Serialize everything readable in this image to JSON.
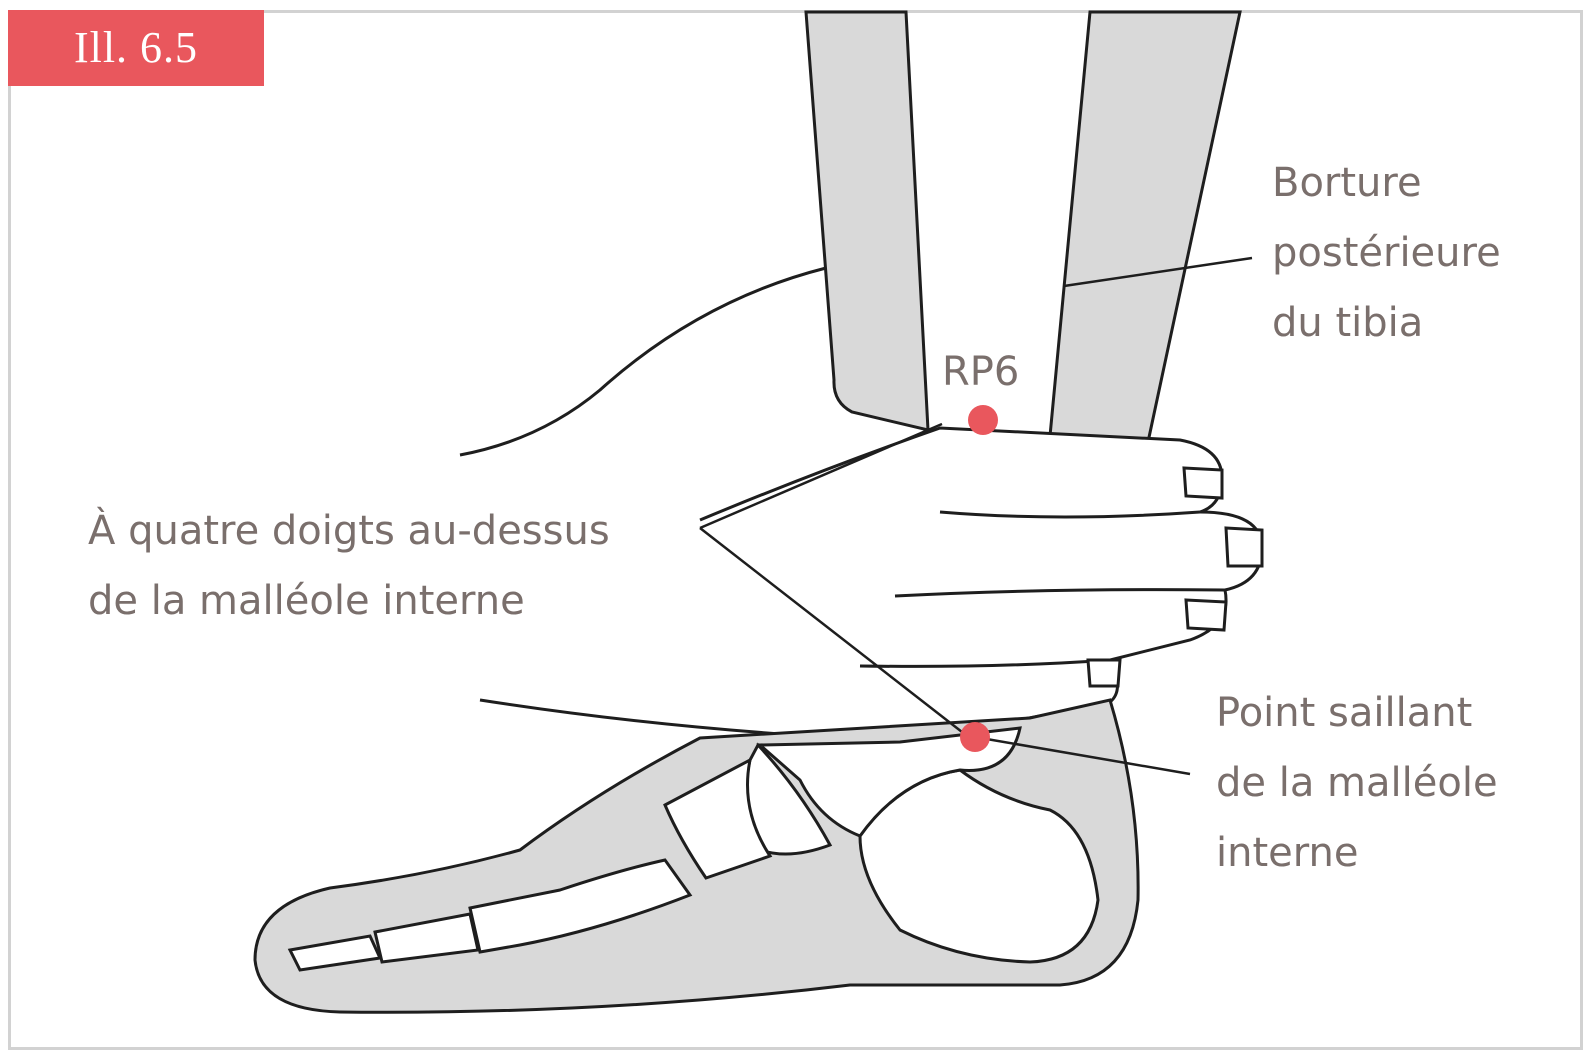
{
  "figure": {
    "label": "Ill. 6.5"
  },
  "points": {
    "rp6": {
      "label": "RP6",
      "color": "#e9575d"
    },
    "malleolus": {
      "color": "#e9575d"
    }
  },
  "callouts": {
    "tibia": {
      "line1": "Borture",
      "line2": "postérieure",
      "line3": "du tibia"
    },
    "four_fingers": {
      "line1": "À quatre doigts au-dessus",
      "line2": "de la malléole interne"
    },
    "malleolus": {
      "line1": "Point saillant",
      "line2": "de la malléole",
      "line3": "interne"
    }
  },
  "colors": {
    "accent": "#e9575d",
    "bone_fill": "#d9d9d9",
    "text": "#7a6f6c",
    "outline": "#1e1e1e"
  }
}
